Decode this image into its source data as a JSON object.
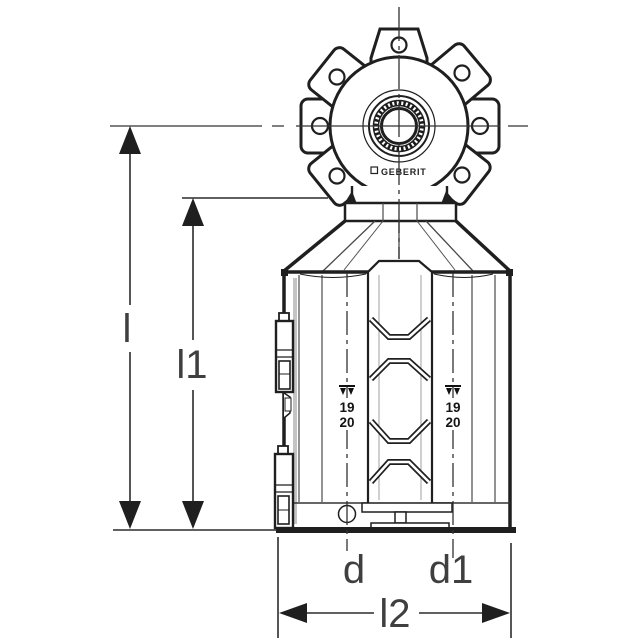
{
  "drawing": {
    "brand": "GEBERIT",
    "dimension_labels": {
      "l": "l",
      "l1": "l1",
      "l2": "l2",
      "d": "d",
      "d1": "d1"
    },
    "depth_marks": {
      "left": {
        "row1": "19",
        "row2": "20"
      },
      "right": {
        "row1": "19",
        "row2": "20"
      }
    },
    "colors": {
      "line": "#1f1f1f",
      "thin_line": "#4a4a4a",
      "label_text": "#3f3f3f",
      "background": "#ffffff",
      "shade": "#c4c4c4"
    }
  }
}
